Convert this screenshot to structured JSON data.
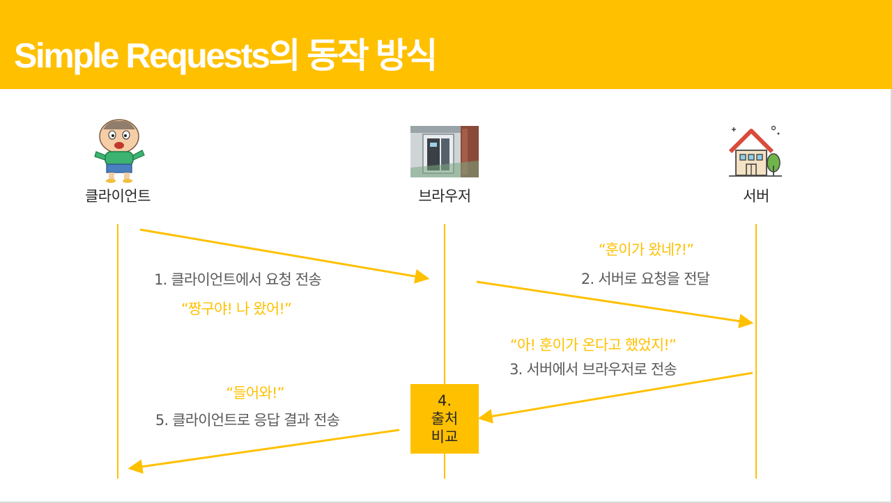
{
  "title": "Simple Requests의 동작 방식",
  "actors": {
    "client": {
      "label": "클라이언트",
      "icon": "boy-character-icon"
    },
    "browser": {
      "label": "브라우저",
      "icon": "door-photo"
    },
    "server": {
      "label": "서버",
      "icon": "house-icon"
    }
  },
  "steps": [
    {
      "text": "1. 클라이언트에서 요청 전송",
      "quote": "“짱구야! 나 왔어!”"
    },
    {
      "text": "2. 서버로 요청을 전달",
      "quote": "“훈이가 왔네?!”"
    },
    {
      "text": "3. 서버에서 브라우저로 전송",
      "quote": "“아! 훈이가 온다고 했었지!”"
    },
    {
      "lines": [
        "4.",
        "출처",
        "비교"
      ]
    },
    {
      "text": "5. 클라이언트로 응답 결과 전송",
      "quote": "“들어와!”"
    }
  ],
  "colors": {
    "accent": "#FFC000",
    "text": "#595959",
    "label": "#262626"
  }
}
